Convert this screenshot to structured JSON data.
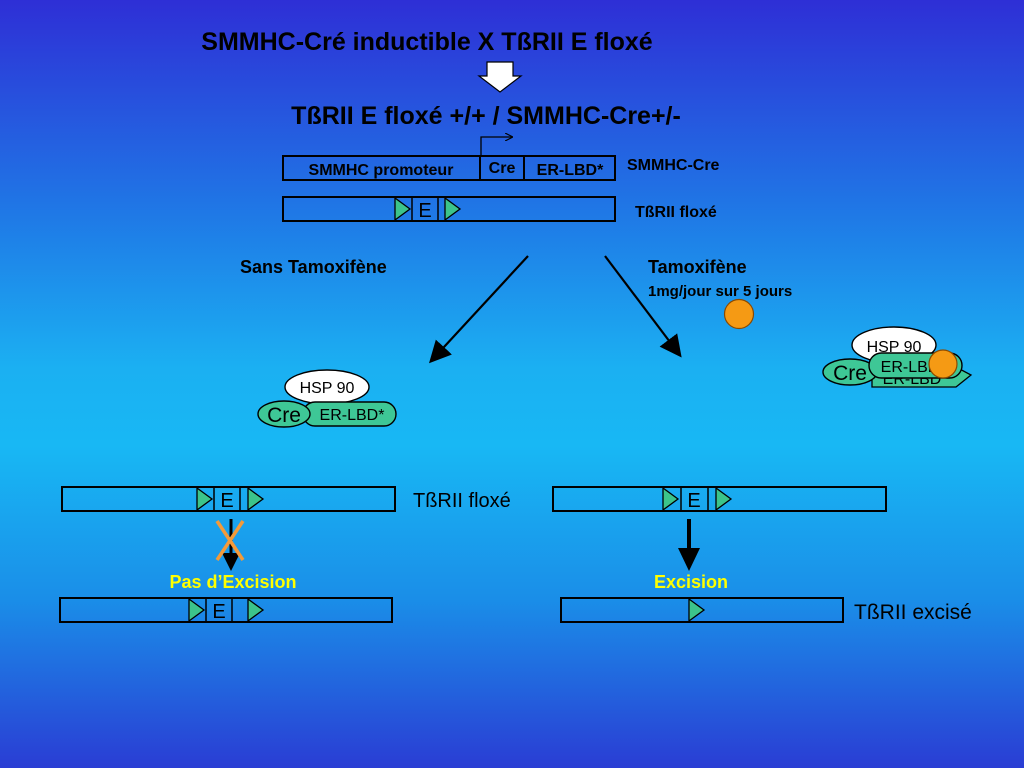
{
  "title": "SMMHC-Cré inductible  X TßRII E floxé",
  "subtitle": "TßRII E floxé +/+ / SMMHC-Cre+/-",
  "construct": {
    "promoter": "SMMHC promoteur",
    "cre": "Cre",
    "erlbd": "ER-LBD*",
    "label": "SMMHC-Cre"
  },
  "floxed_top": {
    "exon": "E",
    "label": "TßRII floxé"
  },
  "branch_left": {
    "label": "Sans Tamoxifène"
  },
  "branch_right": {
    "label": "Tamoxifène",
    "dose": "1mg/jour sur 5 jours"
  },
  "complex_left": {
    "hsp": "HSP 90",
    "cre": "Cre",
    "erlbd": "ER-LBD*"
  },
  "complex_right": {
    "hsp": "HSP 90",
    "cre": "Cre",
    "erlbd": "ER-LBD",
    "erlbd_back": "ER-LBD"
  },
  "middle": {
    "exon_left": "E",
    "label": "TßRII floxé",
    "exon_right": "E"
  },
  "outcome_left": {
    "label": "Pas d’Excision",
    "exon": "E"
  },
  "outcome_right": {
    "label": "Excision",
    "result": "TßRII excisé"
  },
  "colors": {
    "loxp": "#3cc48a",
    "cre_green": "#3ec796",
    "tamoxifen": "#f59a14",
    "no_excision_cross": "#f39a3a",
    "highlight_text": "#ffff00"
  }
}
